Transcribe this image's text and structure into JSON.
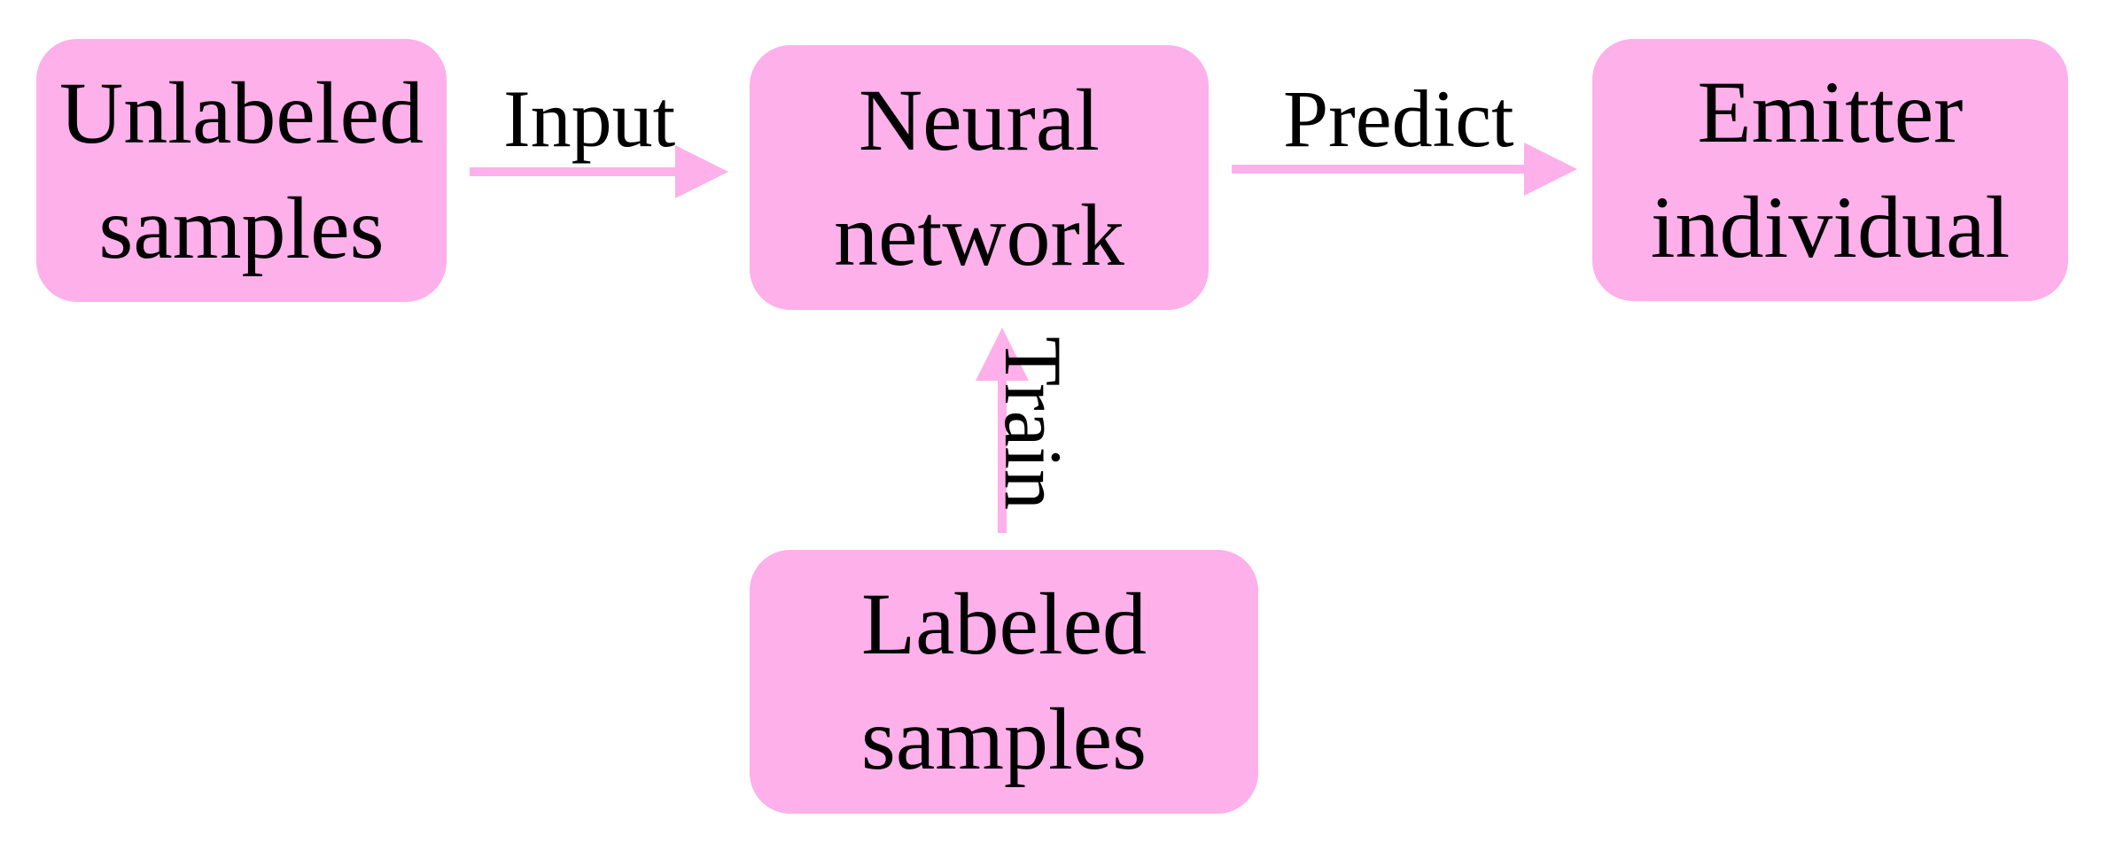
{
  "colors": {
    "node_fill": "#fdb0ea",
    "arrow": "#fdb0ea",
    "text": "#000000",
    "background": "#ffffff"
  },
  "nodes": {
    "unlabeled": {
      "line1": "Unlabeled",
      "line2": "samples"
    },
    "neural": {
      "line1": "Neural",
      "line2": "network"
    },
    "emitter": {
      "line1": "Emitter",
      "line2": "individual"
    },
    "labeled": {
      "line1": "Labeled",
      "line2": "samples"
    }
  },
  "edges": {
    "input": "Input",
    "predict": "Predict",
    "train": "Train"
  }
}
